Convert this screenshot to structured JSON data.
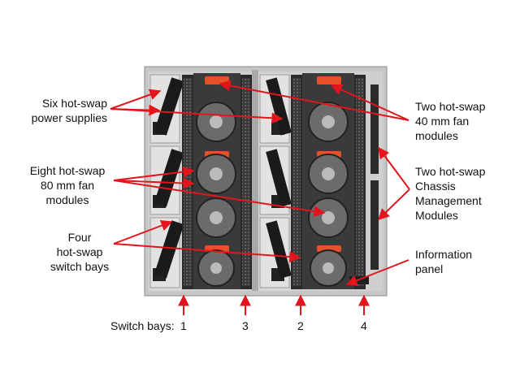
{
  "colors": {
    "arrow": "#e3141b",
    "chassis": "#bdbdbd",
    "chassis_dark": "#2b2b2b",
    "fan_latch": "#e8502a"
  },
  "callouts": {
    "power_supplies": "Six hot-swap\npower supplies",
    "fan80": "Eight hot-swap\n80 mm fan\nmodules",
    "switch_bays": "Four\nhot-swap\nswitch bays",
    "fan40": "Two hot-swap\n40 mm fan\nmodules",
    "cmm": "Two hot-swap\nChassis\nManagement\nModules",
    "info_panel": "Information\npanel"
  },
  "switch_bays": {
    "caption": "Switch bays:",
    "numbers": [
      "1",
      "3",
      "2",
      "4"
    ]
  }
}
